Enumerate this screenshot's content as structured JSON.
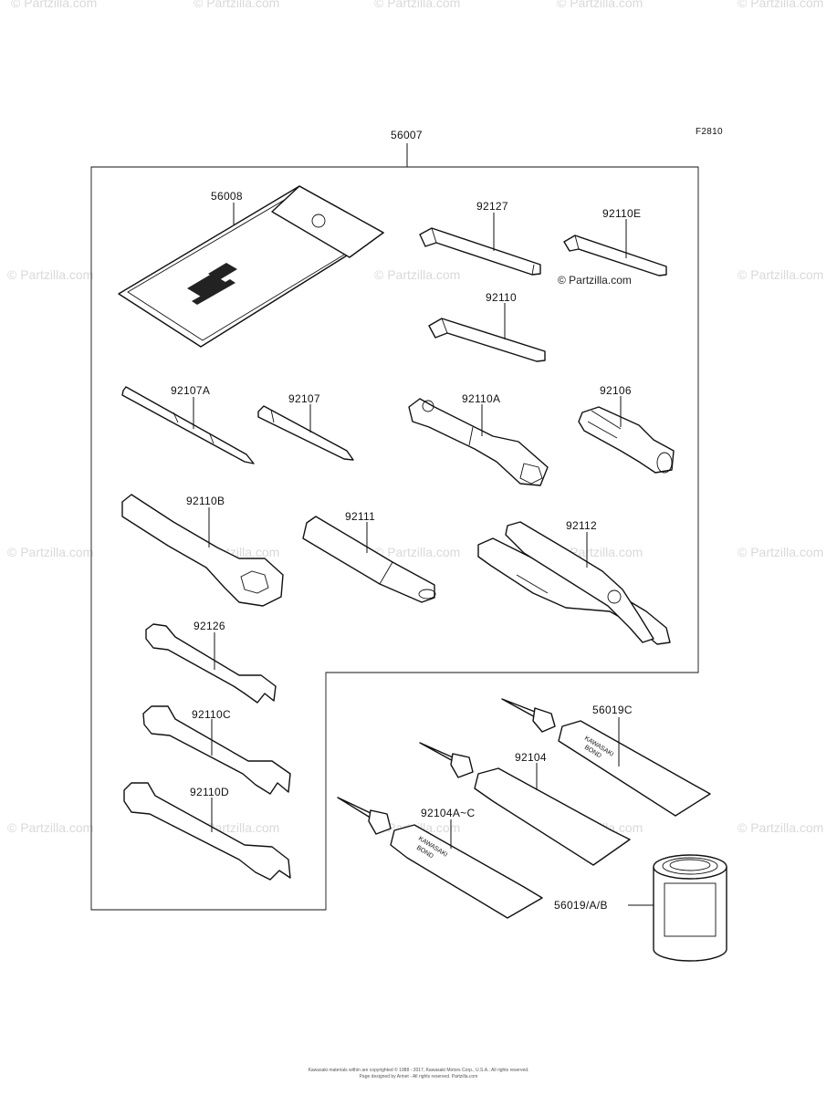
{
  "figure_code": "F2810",
  "watermark_text": "© Partzilla.com",
  "kit_label": "56007",
  "parts": [
    {
      "id": "p-56008",
      "label": "56008",
      "name": "tool-case"
    },
    {
      "id": "p-92127",
      "label": "92127",
      "name": "hex-wrench-large"
    },
    {
      "id": "p-92110e",
      "label": "92110E",
      "name": "hex-wrench-small"
    },
    {
      "id": "p-92110",
      "label": "92110",
      "name": "hex-wrench-medium"
    },
    {
      "id": "p-92107a",
      "label": "92107A",
      "name": "screwdriver-bit-a"
    },
    {
      "id": "p-92107",
      "label": "92107",
      "name": "screwdriver-bit"
    },
    {
      "id": "p-92110a",
      "label": "92110A",
      "name": "socket-wrench"
    },
    {
      "id": "p-92106",
      "label": "92106",
      "name": "screwdriver-grip"
    },
    {
      "id": "p-92110b",
      "label": "92110B",
      "name": "box-wrench"
    },
    {
      "id": "p-92111",
      "label": "92111",
      "name": "extension-bar"
    },
    {
      "id": "p-92112",
      "label": "92112",
      "name": "pliers"
    },
    {
      "id": "p-92126",
      "label": "92126",
      "name": "open-wrench-small"
    },
    {
      "id": "p-92110c",
      "label": "92110C",
      "name": "open-wrench-medium"
    },
    {
      "id": "p-92110d",
      "label": "92110D",
      "name": "open-wrench-large"
    },
    {
      "id": "p-56019c",
      "label": "56019C",
      "name": "bond-tube-c"
    },
    {
      "id": "p-92104",
      "label": "92104",
      "name": "bond-tube"
    },
    {
      "id": "p-92104ac",
      "label": "92104A~C",
      "name": "bond-tube-ac"
    },
    {
      "id": "p-56019ab",
      "label": "56019/A/B",
      "name": "bond-can"
    }
  ],
  "tube_print": {
    "line1": "KAWASAKI",
    "line2": "BOND"
  },
  "footer": {
    "line1": "Kawasaki materials within are copyrighted © 1988 - 2017, Kawasaki Motors Corp., U.S.A.; All rights reserved.",
    "line2": "Page designed by Arinet - All rights reserved. Partzilla.com"
  }
}
